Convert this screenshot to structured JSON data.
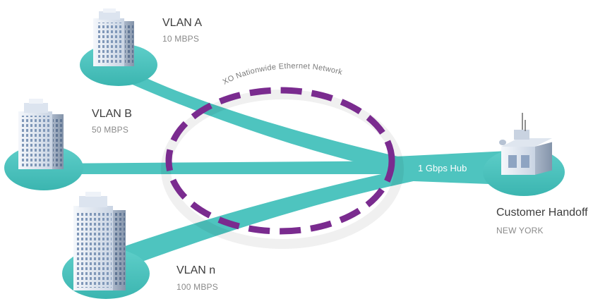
{
  "network": {
    "name": "XO Nationwide Ethernet Network"
  },
  "hub": {
    "label": "1 Gbps Hub"
  },
  "sites": [
    {
      "name": "VLAN A",
      "speed": "10 MBPS"
    },
    {
      "name": "VLAN B",
      "speed": "50 MBPS"
    },
    {
      "name": "VLAN n",
      "speed": "100 MBPS"
    }
  ],
  "customer": {
    "title": "Customer Handoff",
    "location": "NEW YORK"
  },
  "colors": {
    "link": "#4ec4bf",
    "link_dark": "#2ea9a4",
    "ring": "#7a2b8f",
    "building": "#c7d3e3"
  }
}
